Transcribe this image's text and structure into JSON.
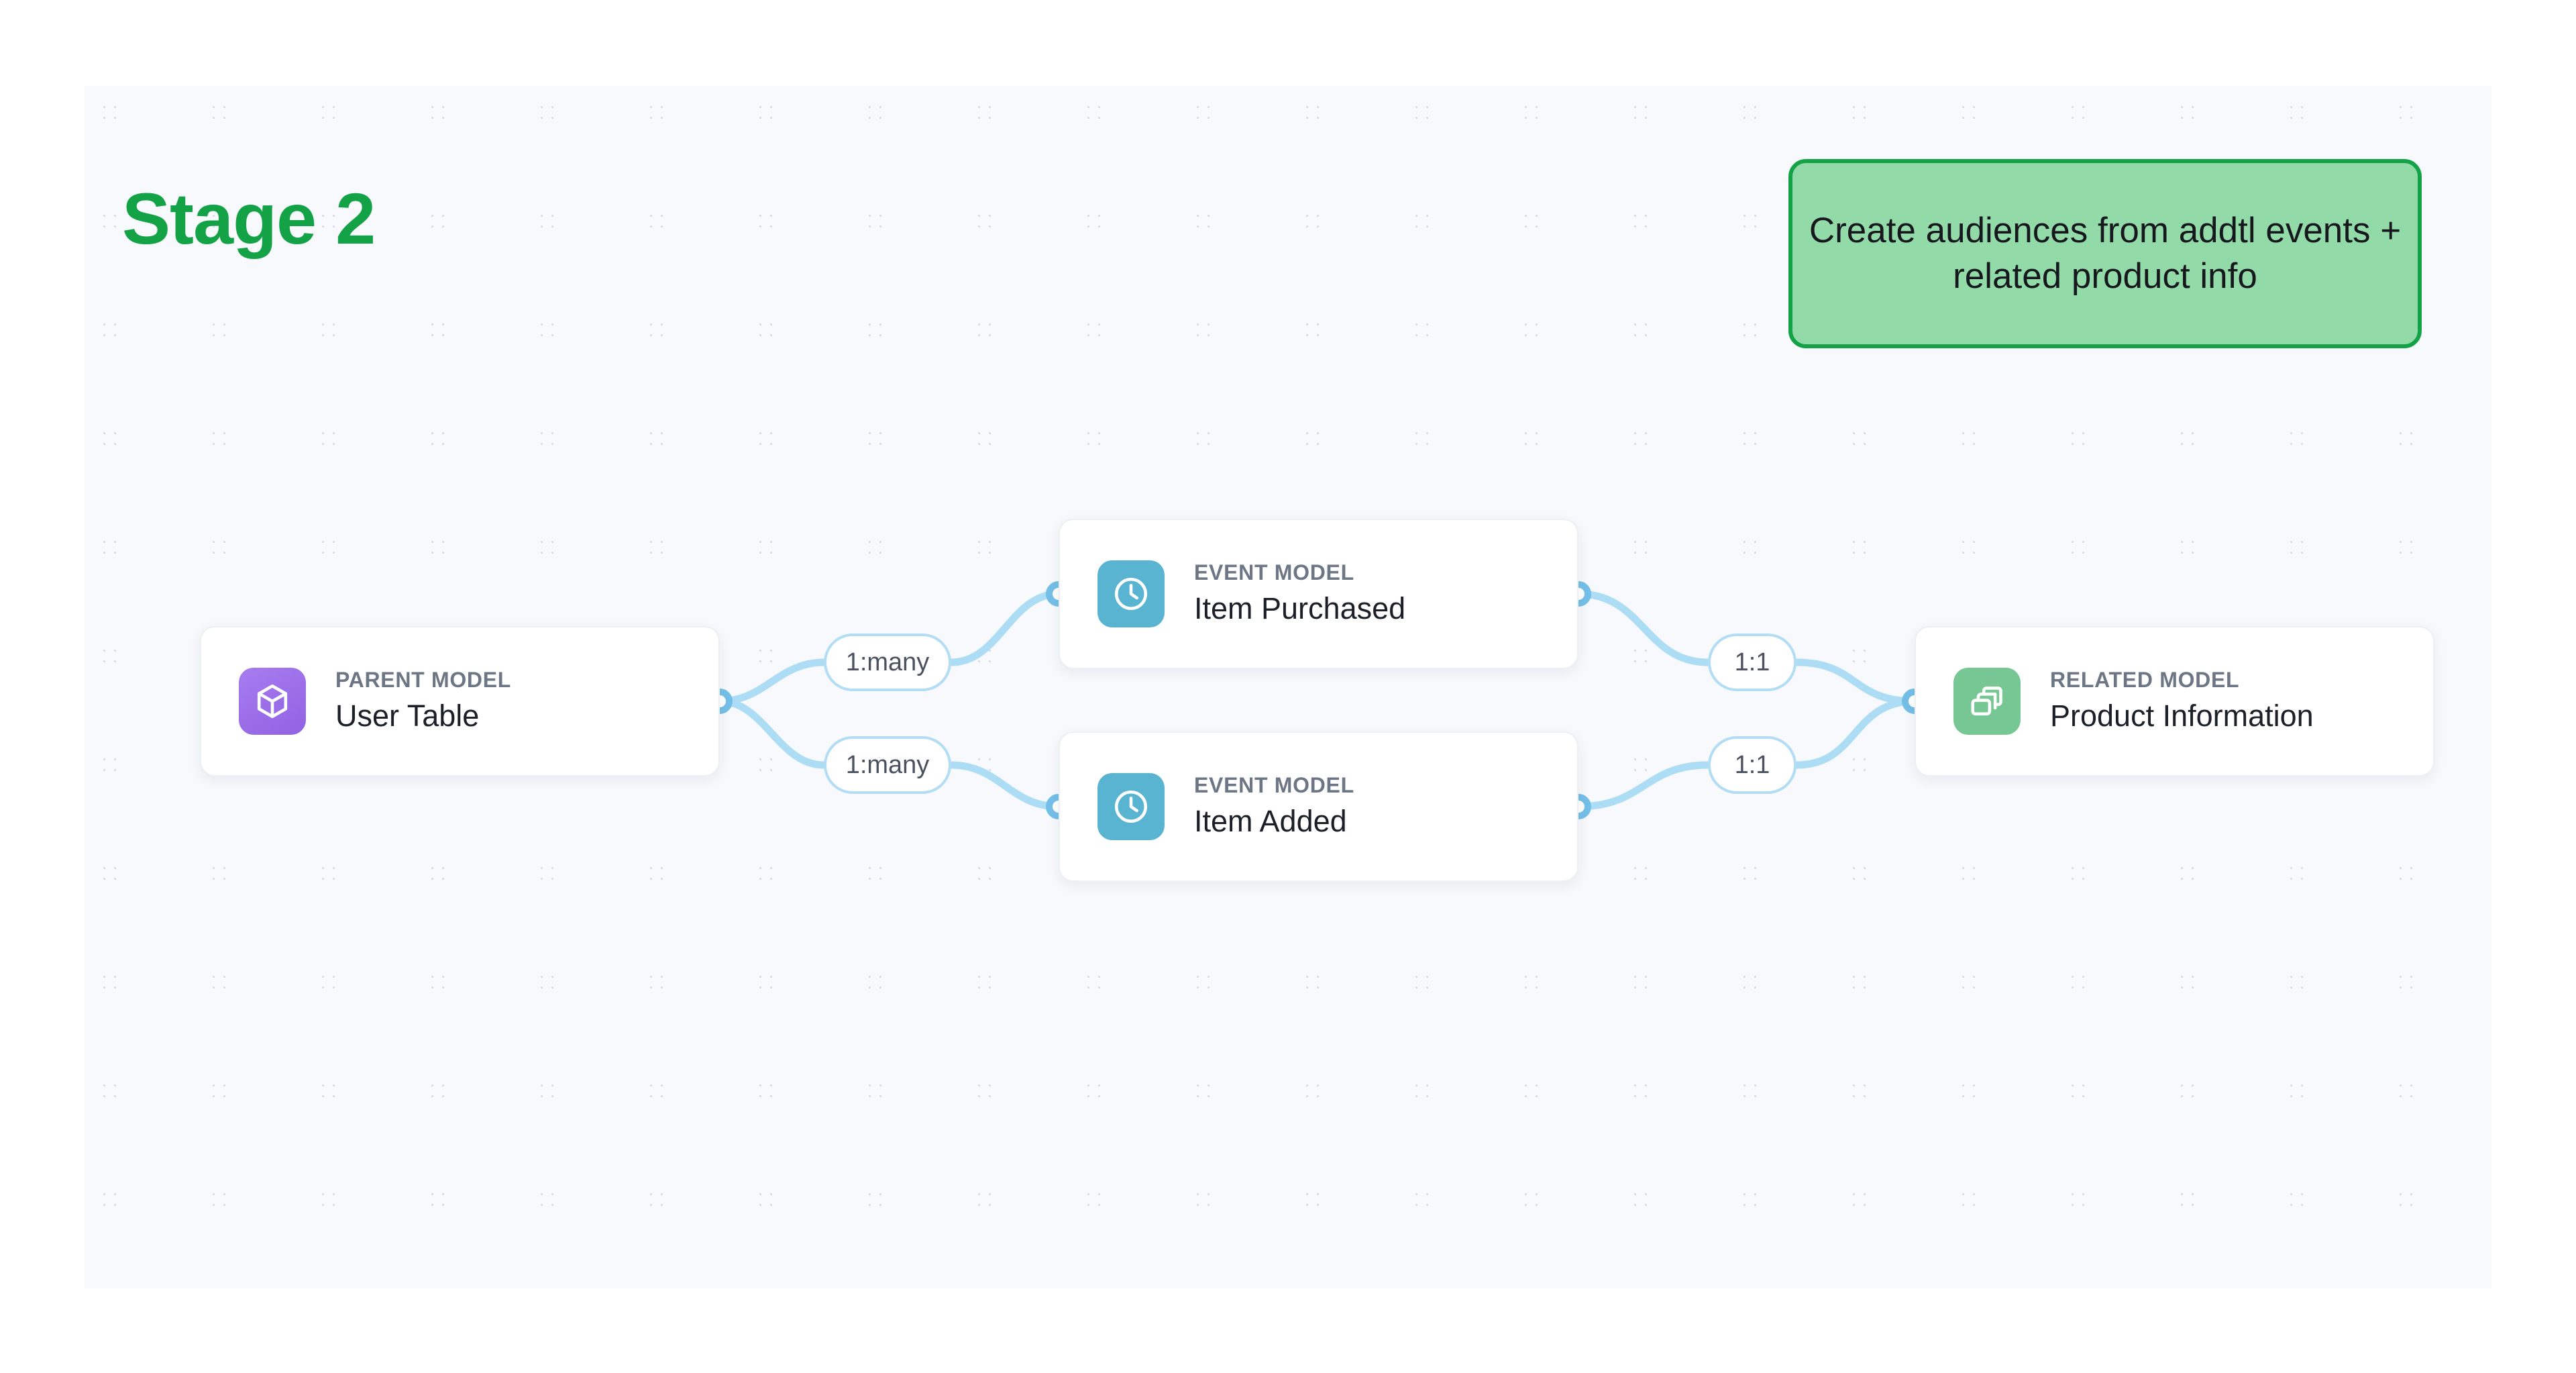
{
  "stage": {
    "title": "Stage 2"
  },
  "callout": {
    "text": "Create audiences from addtl events + related product info",
    "fill_color": "#92dba8",
    "border_color": "#13a245"
  },
  "theme": {
    "canvas_background": "#f7f9fc",
    "accent_green": "#13a245",
    "edge_color": "#addcf5",
    "kicker_color": "#6c7684",
    "title_color": "#1b1f27"
  },
  "nodes": [
    {
      "id": "parent",
      "kicker": "PARENT MODEL",
      "title": "User Table",
      "icon": "cube-icon",
      "icon_color": "#9a6ee8"
    },
    {
      "id": "event-1",
      "kicker": "EVENT MODEL",
      "title": "Item Purchased",
      "icon": "clock-icon",
      "icon_color": "#58b4d0"
    },
    {
      "id": "event-2",
      "kicker": "EVENT MODEL",
      "title": "Item Added",
      "icon": "clock-icon",
      "icon_color": "#58b4d0"
    },
    {
      "id": "related",
      "kicker": "RELATED MODEL",
      "title": "Product Information",
      "icon": "layers-icon",
      "icon_color": "#76c793"
    }
  ],
  "edges": [
    {
      "id": "parent-to-event-1",
      "label": "1:many",
      "from": "parent",
      "to": "event-1"
    },
    {
      "id": "parent-to-event-2",
      "label": "1:many",
      "from": "parent",
      "to": "event-2"
    },
    {
      "id": "event-1-to-related",
      "label": "1:1",
      "from": "event-1",
      "to": "related"
    },
    {
      "id": "event-2-to-related",
      "label": "1:1",
      "from": "event-2",
      "to": "related"
    }
  ]
}
